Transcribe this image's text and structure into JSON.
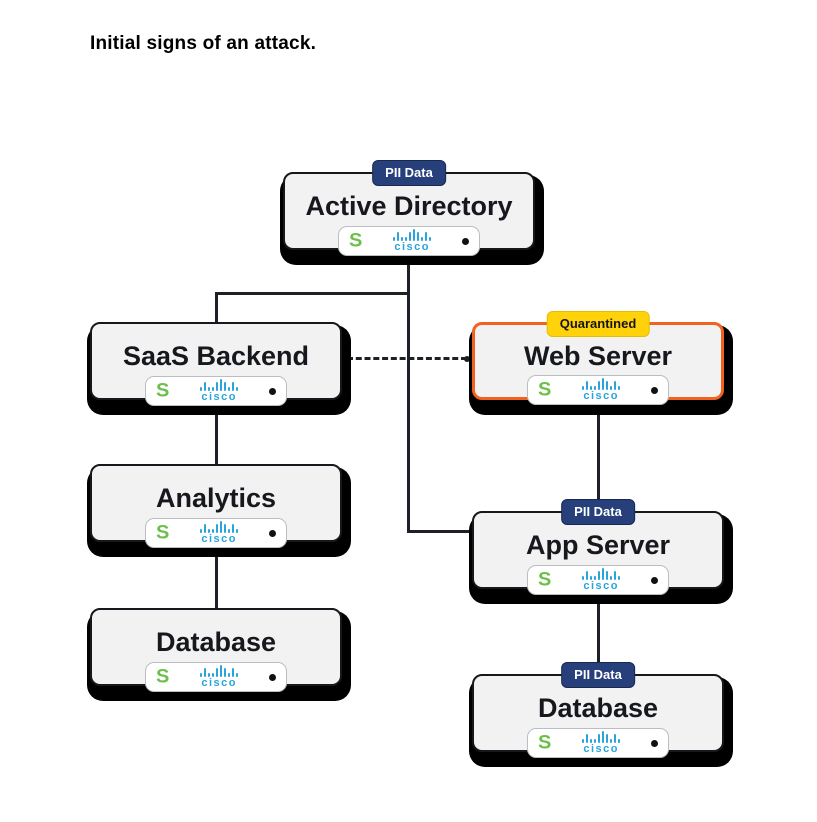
{
  "title": "Initial signs of an attack.",
  "logos": {
    "s_glyph": "S",
    "cisco_label": "cisco"
  },
  "badges": {
    "pii": "PII Data",
    "quarantined": "Quarantined"
  },
  "nodes": [
    {
      "id": "active-directory",
      "label": "Active Directory",
      "badge": {
        "type": "pii",
        "label": "PII Data"
      }
    },
    {
      "id": "saas-backend",
      "label": "SaaS Backend",
      "badge": null
    },
    {
      "id": "web-server",
      "label": "Web Server",
      "badge": {
        "type": "quarantined",
        "label": "Quarantined"
      },
      "quarantined": true
    },
    {
      "id": "analytics",
      "label": "Analytics",
      "badge": null
    },
    {
      "id": "app-server",
      "label": "App Server",
      "badge": {
        "type": "pii",
        "label": "PII Data"
      }
    },
    {
      "id": "database-left",
      "label": "Database",
      "badge": null
    },
    {
      "id": "database-right",
      "label": "Database",
      "badge": {
        "type": "pii",
        "label": "PII Data"
      }
    }
  ],
  "edges": [
    {
      "from": "active-directory",
      "to": "saas-backend",
      "style": "solid"
    },
    {
      "from": "active-directory",
      "to": "app-server",
      "style": "solid"
    },
    {
      "from": "saas-backend",
      "to": "web-server",
      "style": "dashed"
    },
    {
      "from": "saas-backend",
      "to": "analytics",
      "style": "solid"
    },
    {
      "from": "analytics",
      "to": "database-left",
      "style": "solid"
    },
    {
      "from": "web-server",
      "to": "app-server",
      "style": "solid"
    },
    {
      "from": "app-server",
      "to": "database-right",
      "style": "solid"
    }
  ],
  "colors": {
    "node_fill": "#f2f2f2",
    "node_border": "#16181d",
    "shadow": "#000000",
    "connector": "#1d2127",
    "pii_badge_bg": "#27407c",
    "quarantine_badge_bg": "#ffd20a",
    "quarantine_border": "#f2611d",
    "cisco_blue": "#29a4dc",
    "s_green": "#6cc04a"
  }
}
